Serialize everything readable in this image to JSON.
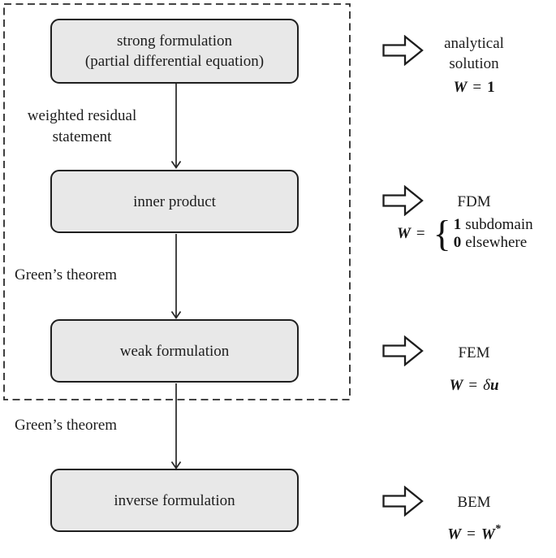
{
  "colors": {
    "background": "#ffffff",
    "box_fill": "#e8e8e8",
    "box_border": "#1f1f1f",
    "line": "#262626"
  },
  "flowchart": {
    "strong": {
      "line1": "strong formulation",
      "line2": "(partial differential equation)"
    },
    "inner": {
      "label": "inner product"
    },
    "weak": {
      "label": "weak formulation"
    },
    "inverse": {
      "label": "inverse formulation"
    },
    "edge1": {
      "line1": "weighted residual",
      "line2": "statement"
    },
    "edge2": {
      "label": "Green’s theorem"
    },
    "edge3": {
      "label": "Green’s theorem"
    }
  },
  "methods": {
    "analytical": {
      "line1": "analytical",
      "line2": "solution",
      "lhs": "W",
      "eq": "=",
      "rhs": "1"
    },
    "fdm": {
      "label": "FDM",
      "lhs": "W",
      "eq": "=",
      "brace": "{",
      "case1_value": "1",
      "case1_text": "subdomain",
      "case2_value": "0",
      "case2_text": "elsewhere"
    },
    "fem": {
      "label": "FEM",
      "lhs": "W",
      "eq": "=",
      "rhs_delta": "δ",
      "rhs_var": "u"
    },
    "bem": {
      "label": "BEM",
      "lhs": "W",
      "eq": "=",
      "rhs_base": "W",
      "rhs_sup": "*"
    }
  }
}
